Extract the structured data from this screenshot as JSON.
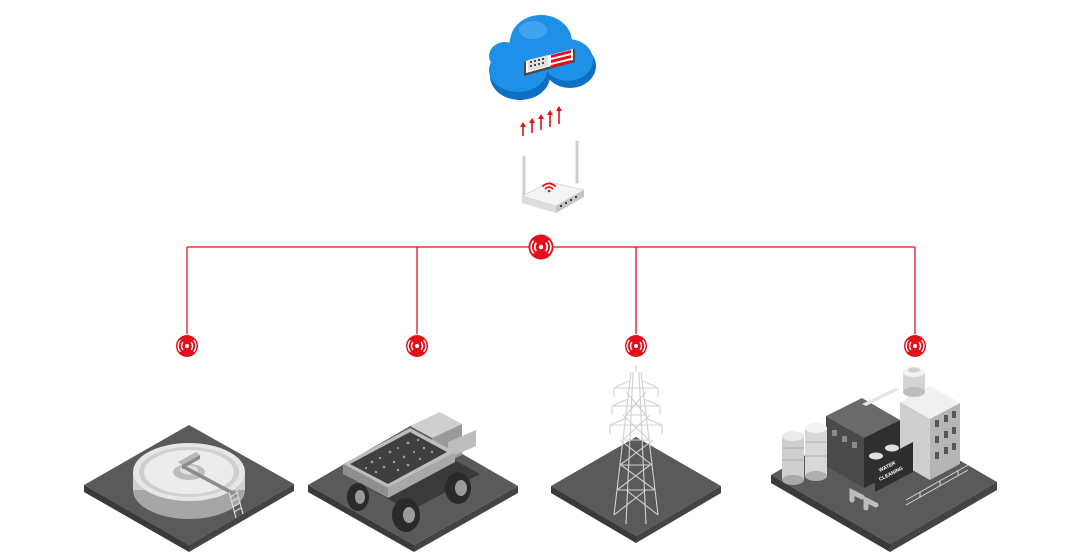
{
  "colors": {
    "accent": "#e3101a",
    "cloud": "#1e90e8",
    "cloud_shade": "#0f6fc2",
    "ground_top": "#5a5a5a",
    "ground_side": "#3a3a3a",
    "equipment_light": "#d9d9d9",
    "equipment_mid": "#a6a6a6",
    "equipment_dark": "#4a4a4a"
  },
  "nodes": {
    "cloud": {
      "icon": "cloud-server-icon"
    },
    "uplink": {
      "icon": "upload-arrows-icon",
      "arrow_count": 5
    },
    "router": {
      "icon": "wifi-router-icon"
    },
    "hub": {
      "icon": "wireless-signal-icon"
    },
    "sites": [
      {
        "icon": "water-treatment-clarifier-icon",
        "signal_icon": "wireless-signal-icon"
      },
      {
        "icon": "mining-dump-truck-icon",
        "signal_icon": "wireless-signal-icon"
      },
      {
        "icon": "power-transmission-tower-icon",
        "signal_icon": "wireless-signal-icon"
      },
      {
        "icon": "water-cleaning-factory-icon",
        "signal_icon": "wireless-signal-icon",
        "sign_text": [
          "WATER",
          "CLEANING"
        ]
      }
    ]
  }
}
